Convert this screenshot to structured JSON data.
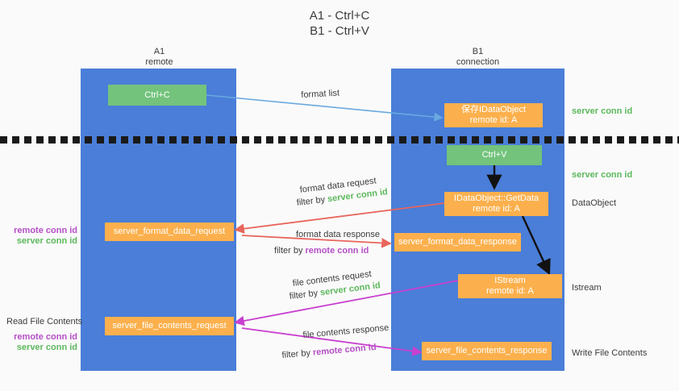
{
  "title": {
    "line1": "A1 - Ctrl+C",
    "line2": "B1 - Ctrl+V"
  },
  "lanes": [
    {
      "id": "a1",
      "name": "A1",
      "role": "remote"
    },
    {
      "id": "b1",
      "name": "B1",
      "role": "connection"
    }
  ],
  "nodes": {
    "ctrl_c": {
      "line1": "Ctrl+C",
      "line2": "",
      "color": "#73c37c"
    },
    "save_idataobject": {
      "line1": "保存IDataObject",
      "line2": "remote id: A",
      "color": "#fbb04d"
    },
    "ctrl_v": {
      "line1": "Ctrl+V",
      "line2": "",
      "color": "#73c37c"
    },
    "idataobject_getdata": {
      "line1": "IDataObject::GetData",
      "line2": "remote id: A",
      "color": "#fbb04d"
    },
    "server_format_data_request": {
      "line1": "server_format_data_request",
      "line2": "",
      "color": "#fbb04d"
    },
    "server_format_data_response": {
      "line1": "server_format_data_response",
      "line2": "",
      "color": "#fbb04d"
    },
    "istream": {
      "line1": "IStream",
      "line2": "remote id: A",
      "color": "#fbb04d"
    },
    "server_file_contents_request": {
      "line1": "server_file_contents_request",
      "line2": "",
      "color": "#fbb04d"
    },
    "server_file_contents_response": {
      "line1": "server_file_contents_response",
      "line2": "",
      "color": "#fbb04d"
    }
  },
  "edge_labels": {
    "format_list": "format list",
    "format_data_request": "format data request",
    "format_data_request_filter_prefix": "filter by ",
    "format_data_request_filter_key": "server conn id",
    "format_data_response": "format data response",
    "format_data_response_filter_prefix": "filter by ",
    "format_data_response_filter_key": "remote conn id",
    "file_contents_request": "file contents request",
    "file_contents_request_filter_prefix": "filter by ",
    "file_contents_request_filter_key": "server conn id",
    "file_contents_response": "file contents response",
    "file_contents_response_filter_prefix": "filter by ",
    "file_contents_response_filter_key": "remote conn id"
  },
  "annotations": {
    "right_server_conn_id_top": "server conn id",
    "right_server_conn_id_mid": "server conn id",
    "right_dataobject": "DataObject",
    "right_istream": "Istream",
    "right_write_file_contents": "Write File Contents",
    "left_remote_conn_id_1": "remote conn id",
    "left_server_conn_id_1": "server conn id",
    "left_read_file_contents": "Read File Contents",
    "left_remote_conn_id_2": "remote conn id",
    "left_server_conn_id_2": "server conn id"
  },
  "colors": {
    "lane": "#4a7ed8",
    "green_node": "#73c37c",
    "orange_node": "#fbb04d",
    "green_text": "#5cb85c",
    "purple_text": "#b54fc6",
    "arrow_blue": "#6aa9e0",
    "arrow_red": "#e8655c",
    "arrow_magenta": "#c83fd0",
    "arrow_black": "#111111",
    "divider": "#1a1a1a",
    "background": "#fafafa"
  }
}
